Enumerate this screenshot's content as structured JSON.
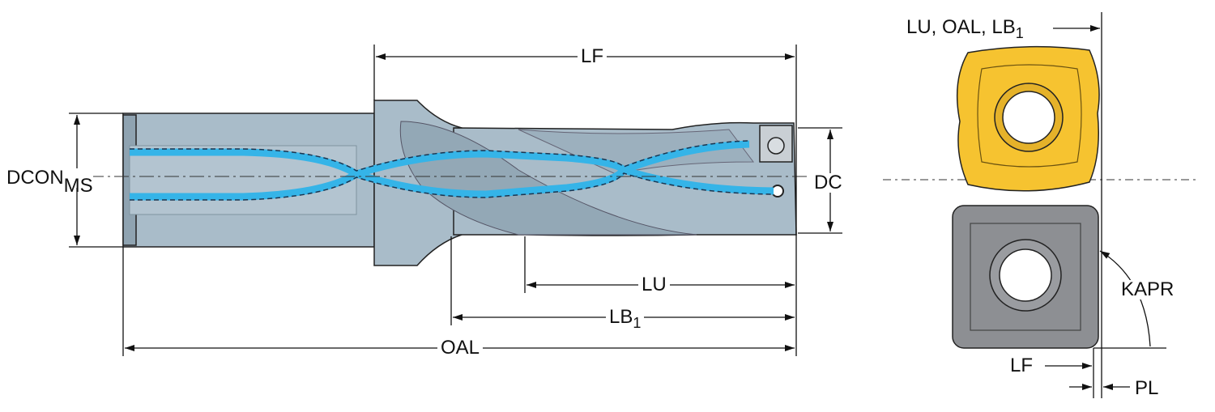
{
  "colors": {
    "body": "#a9bcc9",
    "body_dark": "#8fa3b1",
    "coolant": "#35b4e8",
    "insert_gold": "#f6c330",
    "insert_grey": "#8d8f93",
    "line": "#111111"
  },
  "labels": {
    "lf_top": "LF",
    "dcon": "DCON",
    "ms": "MS",
    "dc": "DC",
    "lu": "LU",
    "lb": "LB",
    "lb_sub": "1",
    "oal": "OAL",
    "side_top": "LU, OAL, LB",
    "side_top_sub": "1",
    "kapr": "KAPR",
    "lf_side": "LF",
    "pl": "PL"
  }
}
